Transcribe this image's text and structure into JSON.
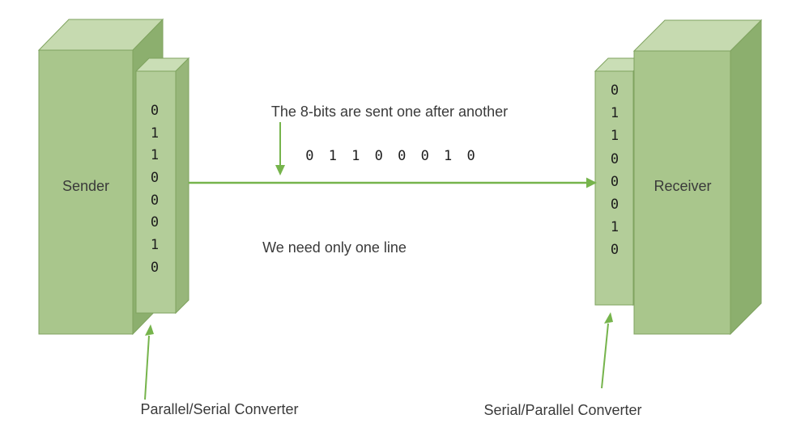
{
  "diagram": {
    "title_note": "The 8-bits are sent one after another",
    "line_note": "We need only one line",
    "sender_label": "Sender",
    "receiver_label": "Receiver",
    "left_converter_label": "Parallel/Serial Converter",
    "right_converter_label": "Serial/Parallel Converter",
    "serial_bits": "0 1 1 0 0 0 1 0",
    "sender_bits": [
      "0",
      "1",
      "1",
      "0",
      "0",
      "0",
      "1",
      "0"
    ],
    "receiver_bits": [
      "0",
      "1",
      "1",
      "0",
      "0",
      "0",
      "1",
      "0"
    ],
    "colors": {
      "box_front": "#a9c68c",
      "box_front_small": "#b3cd99",
      "box_top": "#c6dab0",
      "box_top_small": "#cadeb6",
      "box_side": "#8caf6e",
      "box_side_small": "#97b67a",
      "box_border": "#7fa35f",
      "arrow": "#76b44c",
      "label_text": "#3a3a3a",
      "bit_text": "#1d1d1d"
    }
  }
}
